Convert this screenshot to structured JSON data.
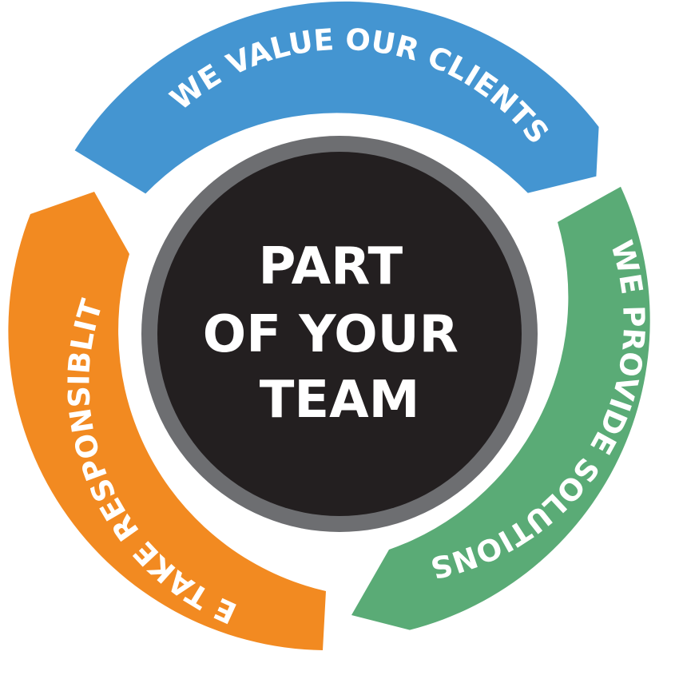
{
  "center": {
    "lines": [
      "PART",
      "OF YOUR",
      "TEAM"
    ],
    "fill_color": "#231f20",
    "ring_color": "#6d6e71"
  },
  "arcs": [
    {
      "label": "WE VALUE OUR CLIENTS",
      "color": "#4495d1"
    },
    {
      "label": "WE PROVIDE SOLUTIONS",
      "color": "#5aab76"
    },
    {
      "label": "WE TAKE RESPONSIBLITY",
      "color": "#f28a21"
    }
  ]
}
